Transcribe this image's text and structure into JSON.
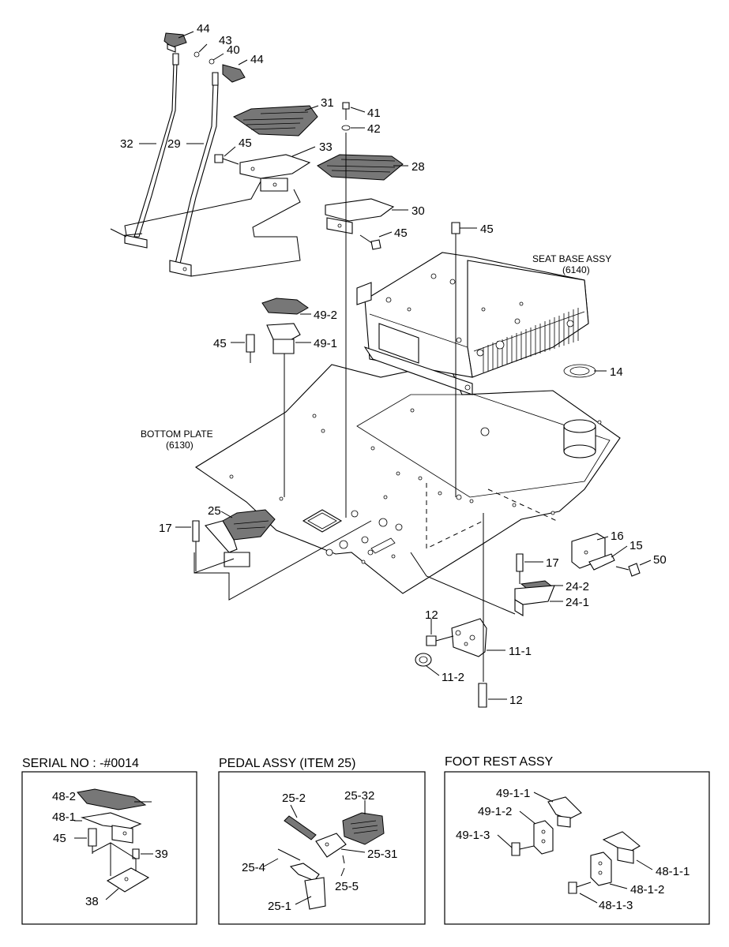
{
  "main_diagram": {
    "callouts": {
      "c44a": "44",
      "c43": "43",
      "c40": "40",
      "c44b": "44",
      "c31": "31",
      "c41": "41",
      "c42": "42",
      "c32": "32",
      "c29": "29",
      "c45a": "45",
      "c33": "33",
      "c28": "28",
      "c30": "30",
      "c45b": "45",
      "c45c": "45",
      "c49_2": "49-2",
      "c45d": "45",
      "c49_1": "49-1",
      "c14": "14",
      "c25": "25",
      "c17a": "17",
      "c16": "16",
      "c15": "15",
      "c50": "50",
      "c17b": "17",
      "c24_2": "24-2",
      "c24_1": "24-1",
      "c12a": "12",
      "c11_1": "11-1",
      "c11_2": "11-2",
      "c12b": "12"
    },
    "seat_base": {
      "name": "SEAT BASE ASSY",
      "code": "(6140)"
    },
    "bottom_plate": {
      "name": "BOTTOM PLATE",
      "code": "(6130)"
    }
  },
  "serial_section": {
    "title": "SERIAL NO : -#0014",
    "callouts": {
      "c48_2": "48-2",
      "c48_1": "48-1",
      "c45": "45",
      "c39": "39",
      "c38": "38"
    }
  },
  "pedal_section": {
    "title": "PEDAL ASSY (ITEM 25)",
    "callouts": {
      "c25_2": "25-2",
      "c25_32": "25-32",
      "c25_31": "25-31",
      "c25_4": "25-4",
      "c25_5": "25-5",
      "c25_1": "25-1"
    }
  },
  "footrest_section": {
    "title": "FOOT REST ASSY",
    "callouts": {
      "c49_1_1": "49-1-1",
      "c49_1_2": "49-1-2",
      "c49_1_3": "49-1-3",
      "c48_1_1": "48-1-1",
      "c48_1_2": "48-1-2",
      "c48_1_3": "48-1-3"
    }
  }
}
